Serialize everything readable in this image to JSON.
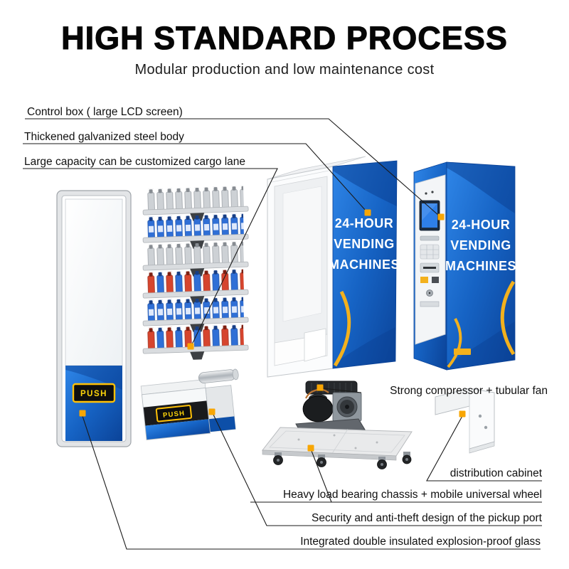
{
  "header": {
    "title": "HIGH STANDARD PROCESS",
    "subtitle": "Modular production and low maintenance cost"
  },
  "callouts": {
    "control_box": "Control box ( large LCD screen)",
    "steel_body": "Thickened galvanized steel body",
    "cargo_lane": "Large capacity can be customized cargo lane",
    "compressor": "Strong compressor + tubular fan",
    "distribution_cabinet": "distribution cabinet",
    "chassis": "Heavy load bearing chassis + mobile universal wheel",
    "pickup_port": "Security and anti-theft design of the pickup port",
    "glass": "Integrated double insulated explosion-proof glass"
  },
  "machine_banner": {
    "lines": [
      "24-HOUR",
      "VENDING",
      "MACHINES"
    ]
  },
  "signs": {
    "door_push": "PUSH",
    "pickup_push": "PUSH"
  },
  "colors": {
    "accent_marker": "#F8A603",
    "machine_blue": "#1663C4",
    "machine_blue_dark": "#0A3E90",
    "banner_text": "#FFFFFF",
    "push_yellow": "#FFC107"
  }
}
